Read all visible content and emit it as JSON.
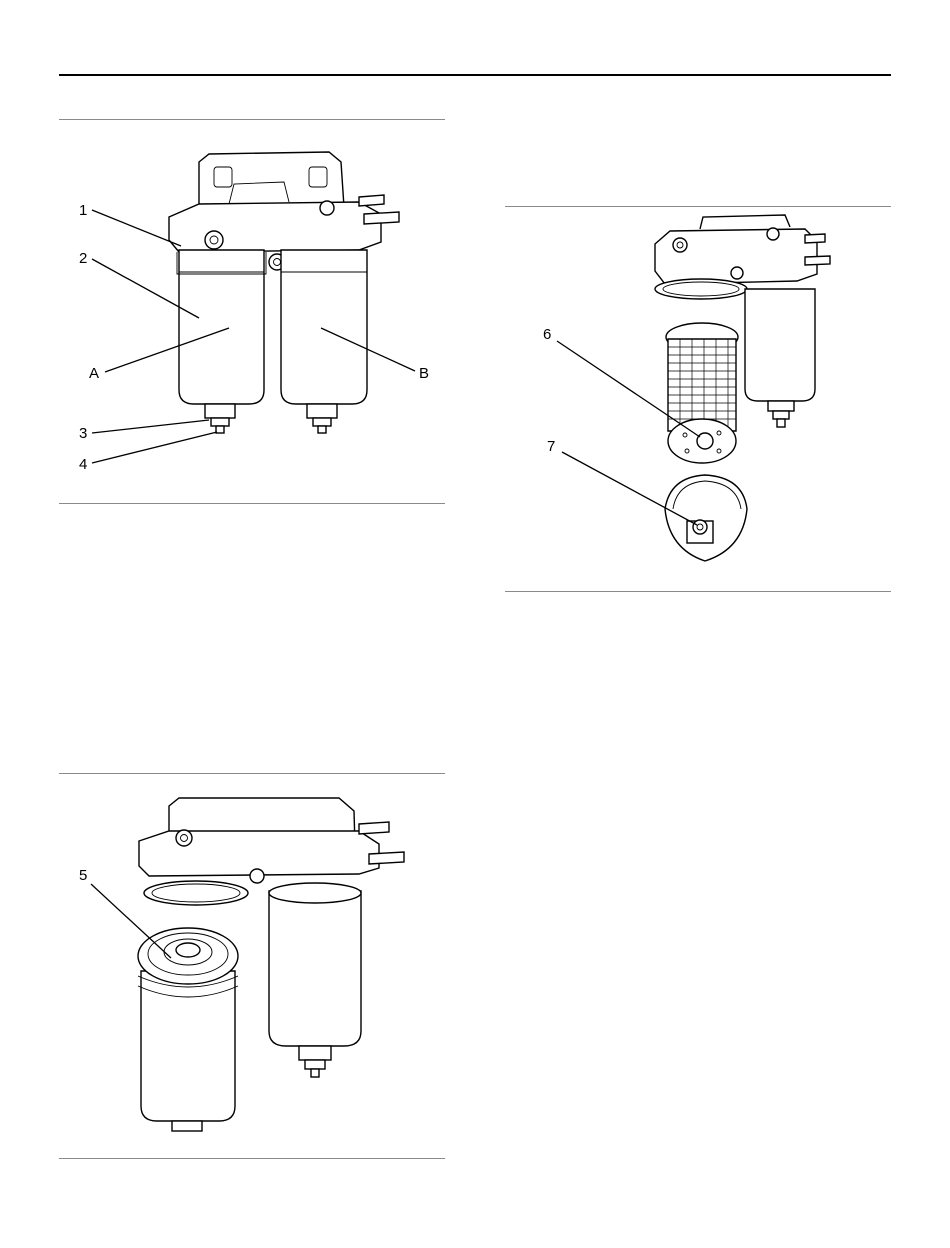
{
  "figures": [
    {
      "id": "fig1",
      "callouts": [
        {
          "label": "1"
        },
        {
          "label": "2"
        },
        {
          "label": "A"
        },
        {
          "label": "B"
        },
        {
          "label": "3"
        },
        {
          "label": "4"
        }
      ]
    },
    {
      "id": "fig2",
      "callouts": [
        {
          "label": "5"
        }
      ]
    },
    {
      "id": "fig3",
      "callouts": [
        {
          "label": "6"
        },
        {
          "label": "7"
        }
      ]
    }
  ],
  "colors": {
    "rule": "#000000",
    "figure_rule": "#8a8a8a",
    "line_art": "#000000"
  }
}
